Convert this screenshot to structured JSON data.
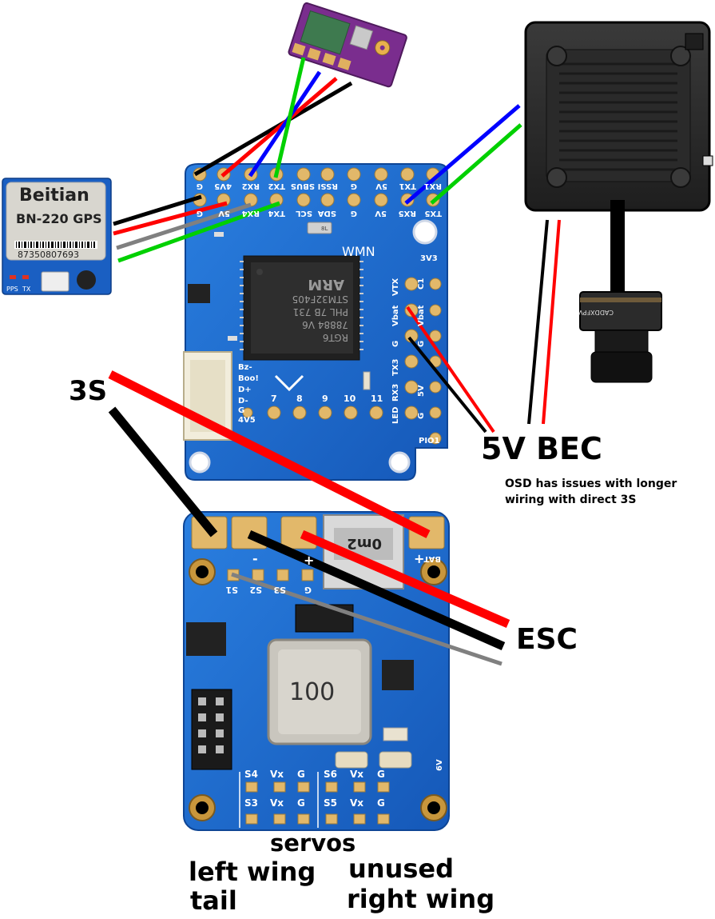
{
  "gps_module": {
    "brand": "Beitian",
    "model": "BN-220  GPS",
    "serial": "87350807693",
    "pps_label": "PPS",
    "tx_label": "TX"
  },
  "fc_board": {
    "brand_mark": "WMN",
    "mcu_line1": "RGT6",
    "mcu_line2": "78884 V6",
    "mcu_line3": "PHL 7B 731",
    "mcu_line4": "STM32F405",
    "arm_mark": "ARM",
    "top_row_labels": [
      "G",
      "4V5",
      "RX2",
      "TX2",
      "SBUS",
      "RSSI",
      "G",
      "5V",
      "TX1",
      "RX1"
    ],
    "bottom_row_labels": [
      "G",
      "5V",
      "RX4",
      "TX4",
      "SCL",
      "SDA",
      "G",
      "5V",
      "RX5",
      "TX5"
    ],
    "right_labels": [
      "3V3",
      "VTX",
      "C1",
      "Vbat",
      "Vbat",
      "G",
      "G",
      "TX3",
      "RX3",
      "5V",
      "LED",
      "G",
      "PIO1"
    ],
    "left_labels": [
      "Bz-",
      "Boo!",
      "D+",
      "D-",
      "G",
      "4V5"
    ],
    "pwm_labels": [
      "7",
      "8",
      "9",
      "10",
      "11"
    ],
    "crystal_mark": "8L"
  },
  "pdb_board": {
    "shunt_mark": "0m2",
    "inductor_mark": "100",
    "servo_header_labels": [
      "S1",
      "S2",
      "S3",
      "G"
    ],
    "bottom_rows": [
      "S4",
      "Vx",
      "G",
      "S6",
      "Vx",
      "G"
    ],
    "bottom_rows2": [
      "S3",
      "Vx",
      "G",
      "S5",
      "Vx",
      "G"
    ],
    "bat_label": "BAT",
    "plus_label": "+",
    "minus_label": "-",
    "v6_label": "6V"
  },
  "vtx_module": {
    "camera_brand": "CADDXFPV"
  },
  "annotations": {
    "battery_label": "3S",
    "bec_label": "5V BEC",
    "osd_note_line1": "OSD has issues with longer",
    "osd_note_line2": "wiring with direct 3S",
    "esc_label": "ESC",
    "servos_label": "servos",
    "left_wing_label": "left wing",
    "tail_label": "tail",
    "unused_label": "unused",
    "right_wing_label": "right wing"
  },
  "colors": {
    "board_blue": "#1f6fd1",
    "pad_gold": "#e2b86a",
    "wire_red": "#ff0000",
    "wire_black": "#000000",
    "wire_blue": "#0000ff",
    "wire_green": "#00d000",
    "wire_grey": "#808080"
  }
}
